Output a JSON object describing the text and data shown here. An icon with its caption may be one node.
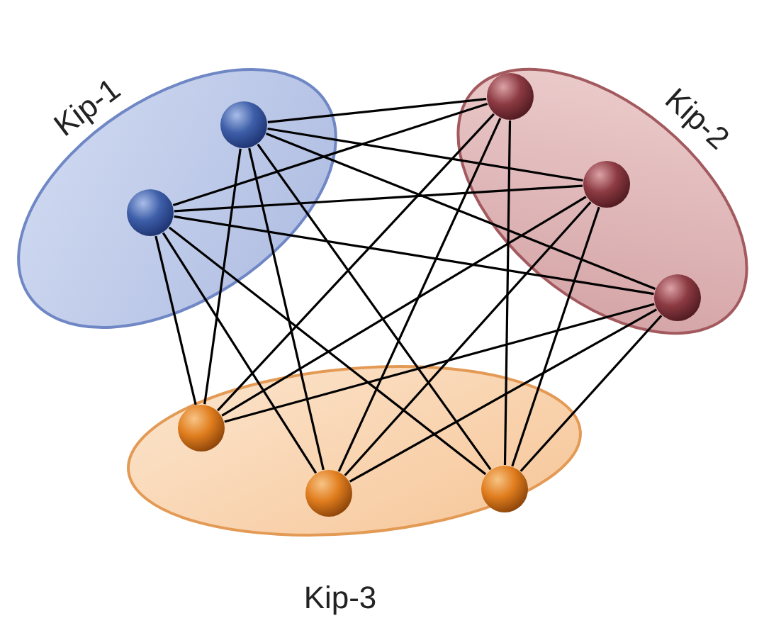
{
  "diagram": {
    "nodes": [
      {
        "text": [
          "Kip-1"
        ]
      },
      {
        "text": [],
        "shape": "circle",
        "in": 0
      },
      {
        "text": [],
        "shape": "circle",
        "in": 0
      },
      {
        "text": [
          "Kip-2"
        ]
      },
      {
        "text": [],
        "shape": "circle",
        "in": 3
      },
      {
        "text": [],
        "shape": "circle",
        "in": 3
      },
      {
        "text": [],
        "shape": "circle",
        "in": 3
      },
      {
        "text": [
          "Kip-3"
        ]
      },
      {
        "text": [],
        "shape": "circle",
        "in": 7
      },
      {
        "text": [],
        "shape": "circle",
        "in": 7
      },
      {
        "text": [],
        "shape": "circle",
        "in": 7
      }
    ],
    "edges": [
      {
        "from": 1,
        "to": 4,
        "arrow": "none"
      },
      {
        "from": 1,
        "to": 5,
        "arrow": "none"
      },
      {
        "from": 1,
        "to": 6,
        "arrow": "none"
      },
      {
        "from": 1,
        "to": 8,
        "arrow": "none"
      },
      {
        "from": 1,
        "to": 9,
        "arrow": "none"
      },
      {
        "from": 1,
        "to": 10,
        "arrow": "none"
      },
      {
        "from": 2,
        "to": 4,
        "arrow": "none"
      },
      {
        "from": 2,
        "to": 5,
        "arrow": "none"
      },
      {
        "from": 2,
        "to": 6,
        "arrow": "none"
      },
      {
        "from": 2,
        "to": 8,
        "arrow": "none"
      },
      {
        "from": 2,
        "to": 9,
        "arrow": "none"
      },
      {
        "from": 2,
        "to": 10,
        "arrow": "none"
      },
      {
        "from": 4,
        "to": 8,
        "arrow": "none"
      },
      {
        "from": 4,
        "to": 9,
        "arrow": "none"
      },
      {
        "from": 4,
        "to": 10,
        "arrow": "none"
      },
      {
        "from": 5,
        "to": 8,
        "arrow": "none"
      },
      {
        "from": 5,
        "to": 9,
        "arrow": "none"
      },
      {
        "from": 5,
        "to": 10,
        "arrow": "none"
      },
      {
        "from": 6,
        "to": 8,
        "arrow": "none"
      },
      {
        "from": 6,
        "to": 9,
        "arrow": "none"
      },
      {
        "from": 6,
        "to": 10,
        "arrow": "none"
      }
    ]
  }
}
